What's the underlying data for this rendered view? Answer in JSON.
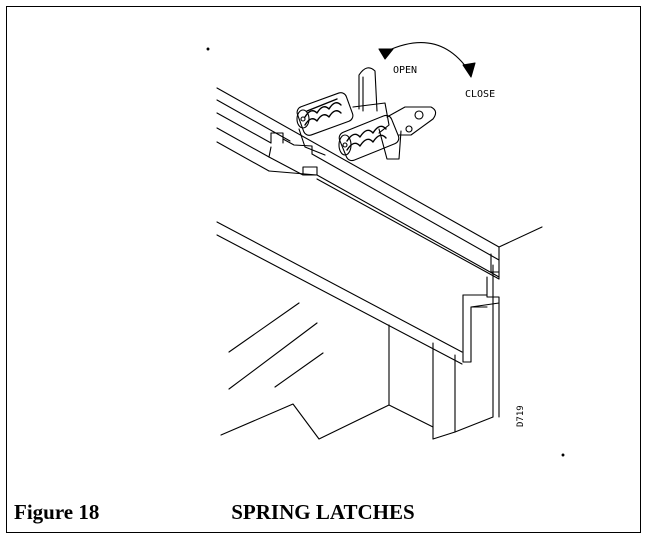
{
  "figure": {
    "number": "Figure 18",
    "title": "SPRING LATCHES"
  },
  "drawing": {
    "labels": {
      "open": "OPEN",
      "close": "CLOSE",
      "drawing_code": "D719"
    },
    "line_color": "#000000"
  }
}
